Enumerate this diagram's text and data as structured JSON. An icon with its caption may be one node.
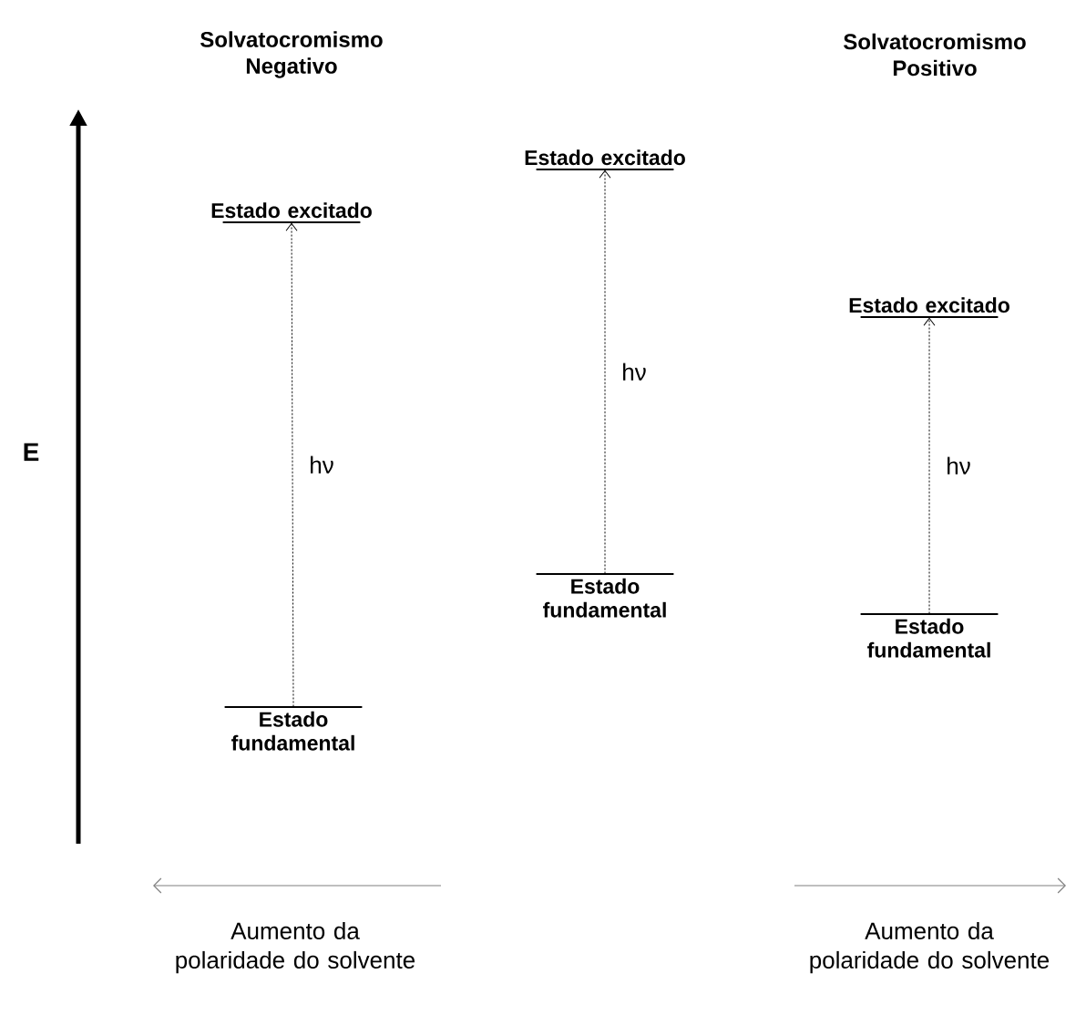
{
  "diagram": {
    "nodes": [
      {
        "text": [
          "Estado excitado"
        ]
      },
      {
        "text": [
          "Estado fundamental"
        ]
      },
      {
        "text": [
          "Estado excitado"
        ]
      },
      {
        "text": [
          "Estado fundamental"
        ]
      },
      {
        "text": [
          "Estado excitado"
        ]
      },
      {
        "text": [
          "Estado fundamental"
        ]
      }
    ],
    "edges": [
      {
        "from": 1,
        "to": 0,
        "arrow": "to",
        "label": "hν",
        "style": "dashed"
      },
      {
        "from": 3,
        "to": 2,
        "arrow": "to",
        "label": "hν",
        "style": "dashed"
      },
      {
        "from": 5,
        "to": 4,
        "arrow": "to",
        "label": "hν",
        "style": "dashed"
      }
    ],
    "labels": [
      "Solvatocromismo Negativo",
      "Solvatocromismo Positivo",
      "E",
      "Aumento da polaridade do solvente",
      "Aumento da polaridade do solvente"
    ]
  }
}
